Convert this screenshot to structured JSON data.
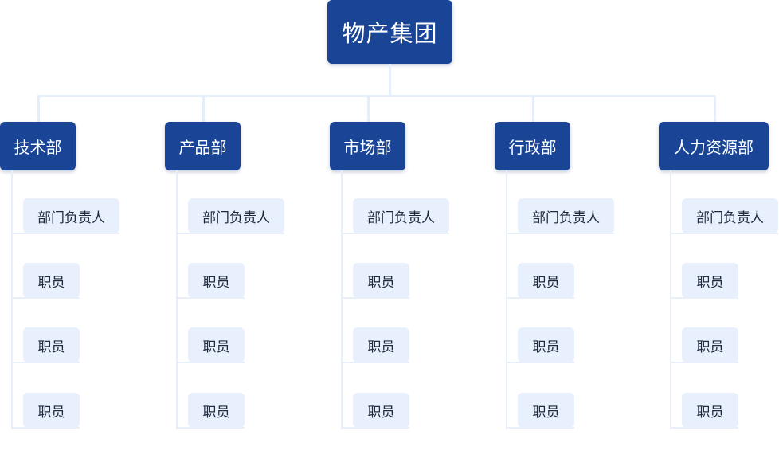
{
  "root": {
    "label": "物产集团"
  },
  "departments": [
    {
      "label": "技术部",
      "members": [
        "部门负责人",
        "职员",
        "职员",
        "职员"
      ]
    },
    {
      "label": "产品部",
      "members": [
        "部门负责人",
        "职员",
        "职员",
        "职员"
      ]
    },
    {
      "label": "市场部",
      "members": [
        "部门负责人",
        "职员",
        "职员",
        "职员"
      ]
    },
    {
      "label": "行政部",
      "members": [
        "部门负责人",
        "职员",
        "职员",
        "职员"
      ]
    },
    {
      "label": "人力资源部",
      "members": [
        "部门负责人",
        "职员",
        "职员",
        "职员"
      ]
    }
  ],
  "colors": {
    "node_fill": "#1a4596",
    "leaf_fill": "#e8f0fd",
    "connector": "#e6eef9",
    "leaf_text": "#1f2a3d"
  }
}
